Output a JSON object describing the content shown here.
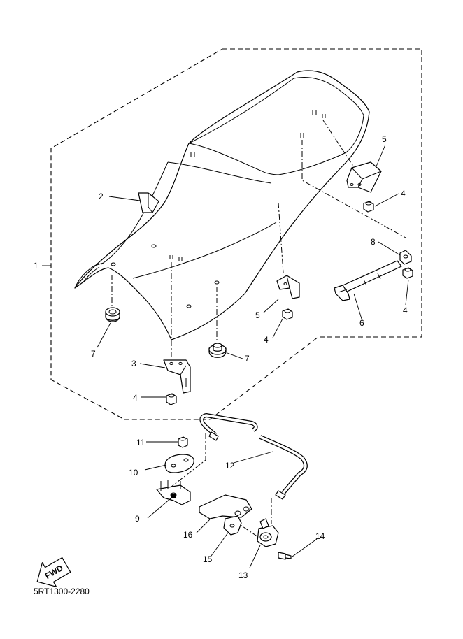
{
  "diagram": {
    "drawing_number": "5RT1300-2280",
    "fwd_label": "FWD",
    "callouts": [
      {
        "id": "c1",
        "label": "1"
      },
      {
        "id": "c2",
        "label": "2"
      },
      {
        "id": "c3",
        "label": "3"
      },
      {
        "id": "c4a",
        "label": "4"
      },
      {
        "id": "c4b",
        "label": "4"
      },
      {
        "id": "c4c",
        "label": "4"
      },
      {
        "id": "c4d",
        "label": "4"
      },
      {
        "id": "c5a",
        "label": "5"
      },
      {
        "id": "c5b",
        "label": "5"
      },
      {
        "id": "c6",
        "label": "6"
      },
      {
        "id": "c7a",
        "label": "7"
      },
      {
        "id": "c7b",
        "label": "7"
      },
      {
        "id": "c8",
        "label": "8"
      },
      {
        "id": "c9",
        "label": "9"
      },
      {
        "id": "c10",
        "label": "10"
      },
      {
        "id": "c11",
        "label": "11"
      },
      {
        "id": "c12",
        "label": "12"
      },
      {
        "id": "c13",
        "label": "13"
      },
      {
        "id": "c14",
        "label": "14"
      },
      {
        "id": "c15",
        "label": "15"
      },
      {
        "id": "c16",
        "label": "16"
      }
    ]
  }
}
